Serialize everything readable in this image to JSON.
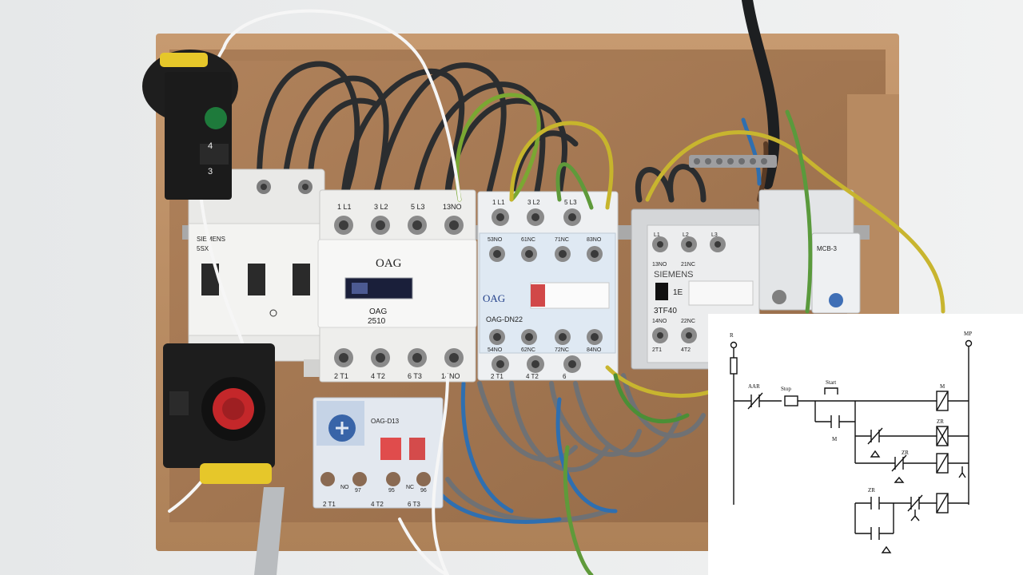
{
  "contactor_main": {
    "brand": "OAG",
    "model_line1": "OAG",
    "model_line2": "2510",
    "top_terminals": [
      "1 L1",
      "3 L2",
      "5 L3",
      "13NO"
    ],
    "bottom_terminals": [
      "2 T1",
      "4 T2",
      "6 T3",
      "14NO"
    ]
  },
  "aux_contactor": {
    "brand": "OAG",
    "model": "OAG-DN22",
    "top_terminals": [
      "1 L1",
      "3 L2",
      "5 L3"
    ],
    "contacts_top": [
      "53NO",
      "61NC",
      "71NC",
      "83NO"
    ],
    "contacts_bottom": [
      "54NO",
      "62NC",
      "72NC",
      "84NO"
    ],
    "bottom_terminals": [
      "2 T1",
      "4 T2",
      "6"
    ]
  },
  "siemens_relay": {
    "brand": "SIEMENS",
    "model": "3TF40",
    "code": "1E",
    "top_terminals": [
      "L1",
      "L2",
      "L3"
    ],
    "contacts_top": [
      "13NO",
      "21NC"
    ],
    "contacts_bottom": [
      "14NO",
      "22NC"
    ],
    "bottom_terminals": [
      "2T1",
      "4T2"
    ]
  },
  "overload_relay": {
    "model": "OAG-D13",
    "terminals": [
      "2 T1",
      "4 T2",
      "6 T3"
    ],
    "nc_labels": [
      "NO",
      "97",
      "95",
      "NC",
      "96"
    ]
  },
  "breaker": {
    "brand": "SIEMENS",
    "code": "5SX"
  },
  "timer_module": {
    "label": "MCB-3"
  },
  "push_button_block": {
    "labels": [
      "4",
      "3"
    ]
  },
  "schematic": {
    "labels": {
      "r": "R",
      "mp": "MP",
      "aar": "AAR",
      "stop": "Stop",
      "start": "Start",
      "m_coil": "M",
      "m_contact": "M",
      "zr_coil": "ZR",
      "zr_contact": "ZR",
      "zr_branch": "ZR"
    }
  }
}
